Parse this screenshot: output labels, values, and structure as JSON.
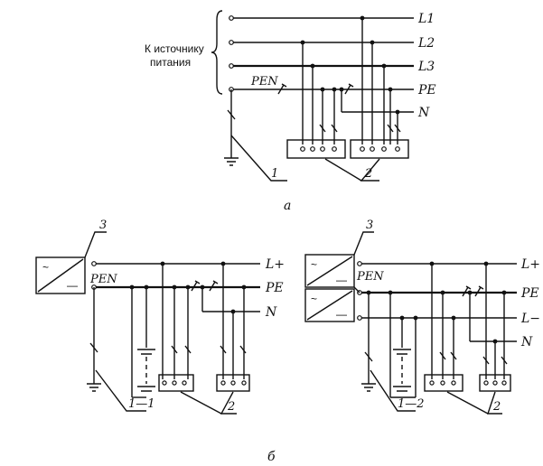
{
  "scheme_a": {
    "source_label": [
      "К источнику",
      "питания"
    ],
    "lines": [
      "L1",
      "L2",
      "L3",
      "PE",
      "N"
    ],
    "pen_label": "PEN",
    "callouts": [
      "1",
      "2"
    ],
    "caption": "а"
  },
  "scheme_b_left": {
    "pen_label": "PEN",
    "lines": [
      "L+",
      "PE",
      "N"
    ],
    "callouts": [
      "3",
      "1—1",
      "2"
    ],
    "source_symbol_top": "~",
    "source_symbol_bottom": "—"
  },
  "scheme_b_right": {
    "pen_label": "PEN",
    "lines": [
      "L+",
      "PE",
      "L−",
      "N"
    ],
    "callouts": [
      "3",
      "1—2",
      "2"
    ],
    "source_symbol_top": "~",
    "source_symbol_bottom": "—"
  },
  "caption_b": "б"
}
